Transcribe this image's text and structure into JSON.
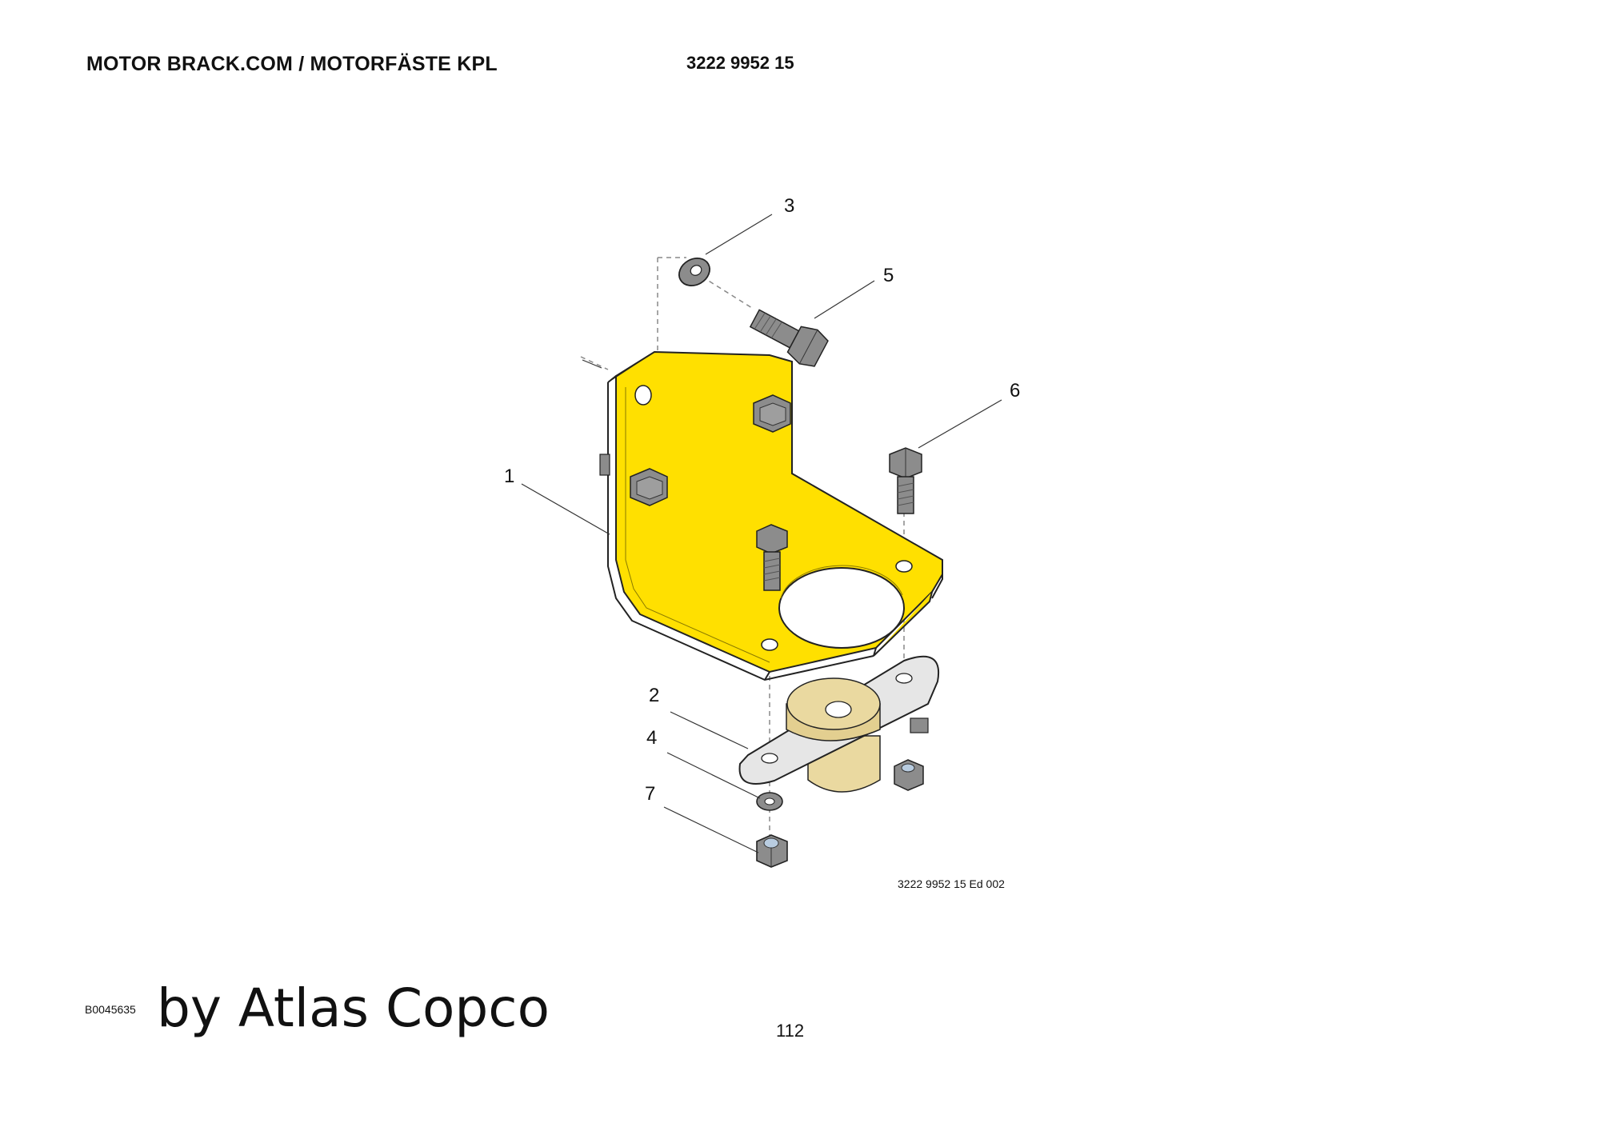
{
  "header": {
    "title": "MOTOR BRACK.COM / MOTORFÄSTE KPL",
    "part_number": "3222 9952 15"
  },
  "drawing": {
    "callouts": [
      "1",
      "2",
      "3",
      "4",
      "5",
      "6",
      "7"
    ],
    "reference": "3222 9952 15 Ed 002",
    "colors": {
      "bracket": "#ffe000",
      "hardware": "#8c8c8c",
      "mount_base": "#e6e6e6",
      "rubber": "#ead9a0"
    }
  },
  "footer": {
    "code": "B0045635",
    "brand": "by Atlas Copco",
    "page_number": "112"
  }
}
